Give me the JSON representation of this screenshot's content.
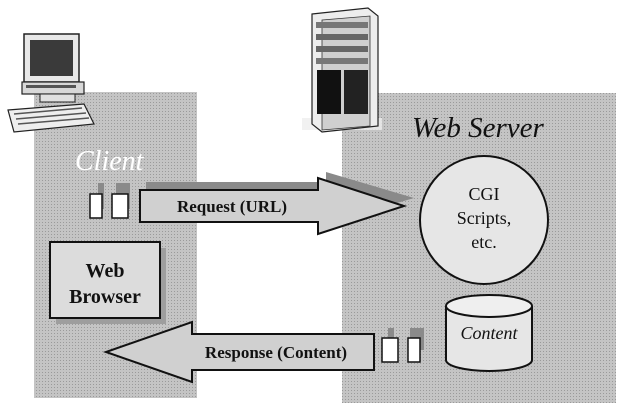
{
  "client": {
    "title": "Client",
    "browser_line1": "Web",
    "browser_line2": "Browser"
  },
  "server": {
    "title": "Web Server",
    "cgi_line1": "CGI",
    "cgi_line2": "Scripts,",
    "cgi_line3": "etc.",
    "content_label": "Content"
  },
  "arrows": {
    "request_label": "Request (URL)",
    "response_label": "Response (Content)"
  },
  "icons": {
    "client_computer": "desktop-computer-icon",
    "server_tower": "server-tower-icon"
  }
}
